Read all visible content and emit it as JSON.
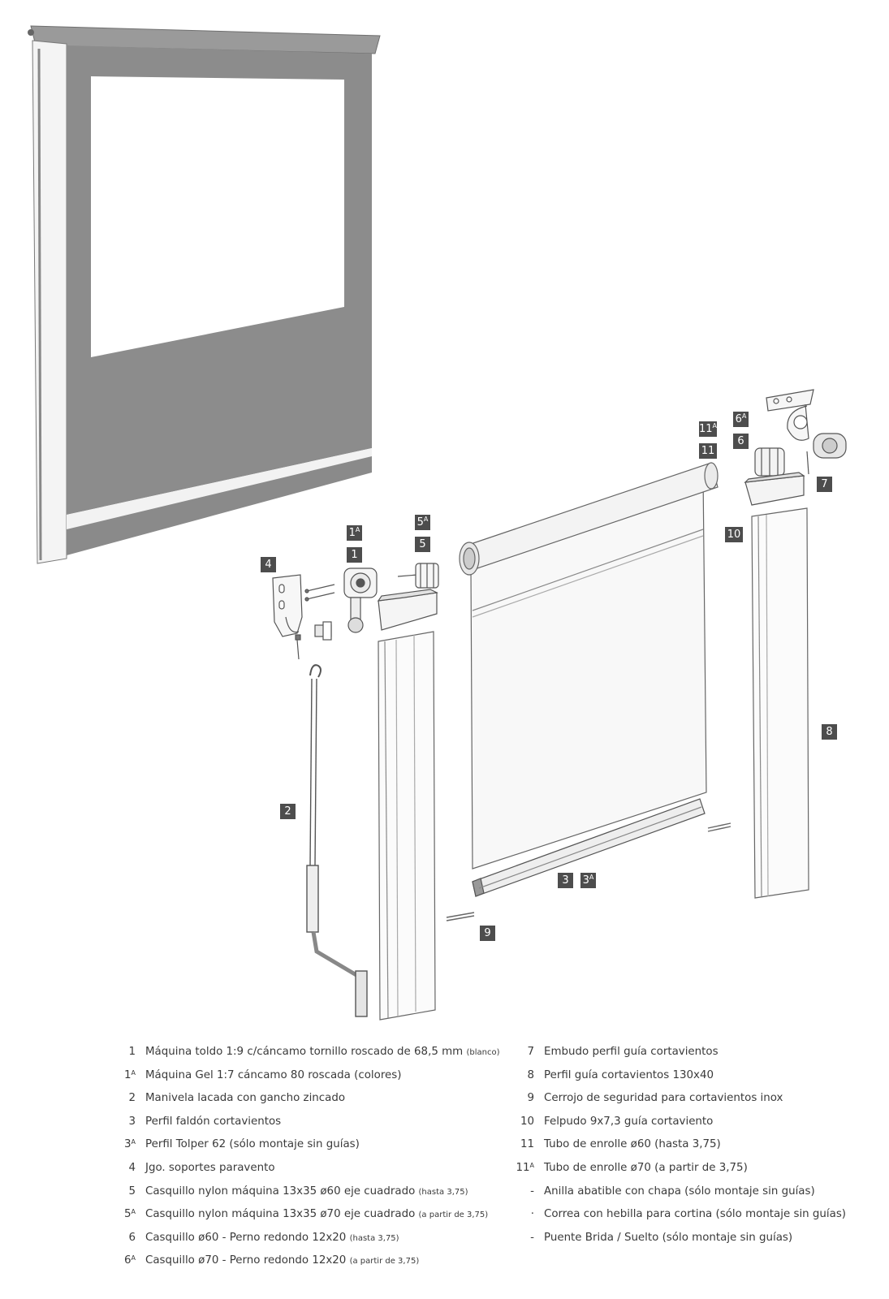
{
  "callouts": [
    {
      "id": "t4",
      "num": "4",
      "sup": ""
    },
    {
      "id": "t1a",
      "num": "1",
      "sup": "A"
    },
    {
      "id": "t1",
      "num": "1",
      "sup": ""
    },
    {
      "id": "t5a",
      "num": "5",
      "sup": "A"
    },
    {
      "id": "t5",
      "num": "5",
      "sup": ""
    },
    {
      "id": "t11a",
      "num": "11",
      "sup": "A"
    },
    {
      "id": "t11",
      "num": "11",
      "sup": ""
    },
    {
      "id": "t6a",
      "num": "6",
      "sup": "A"
    },
    {
      "id": "t6",
      "num": "6",
      "sup": ""
    },
    {
      "id": "t7",
      "num": "7",
      "sup": ""
    },
    {
      "id": "t10",
      "num": "10",
      "sup": ""
    },
    {
      "id": "t8",
      "num": "8",
      "sup": ""
    },
    {
      "id": "t2",
      "num": "2",
      "sup": ""
    },
    {
      "id": "t3",
      "num": "3",
      "sup": ""
    },
    {
      "id": "t3a",
      "num": "3",
      "sup": "A"
    },
    {
      "id": "t9",
      "num": "9",
      "sup": ""
    }
  ],
  "legend_left": [
    {
      "num": "1",
      "sup": "",
      "text": "Máquina toldo 1:9 c/cáncamo tornillo roscado de 68,5 mm",
      "note": "(blanco)"
    },
    {
      "num": "1",
      "sup": "A",
      "text": "Máquina Gel 1:7 cáncamo 80 roscada (colores)",
      "note": ""
    },
    {
      "num": "2",
      "sup": "",
      "text": "Manivela lacada con gancho zincado",
      "note": ""
    },
    {
      "num": "3",
      "sup": "",
      "text": "Perfil faldón cortavientos",
      "note": ""
    },
    {
      "num": "3",
      "sup": "A",
      "text": "Perfil Tolper 62 (sólo montaje sin guías)",
      "note": ""
    },
    {
      "num": "4",
      "sup": "",
      "text": "Jgo. soportes paravento",
      "note": ""
    },
    {
      "num": "5",
      "sup": "",
      "text": "Casquillo nylon máquina 13x35 ø60 eje cuadrado",
      "note": "(hasta 3,75)"
    },
    {
      "num": "5",
      "sup": "A",
      "text": "Casquillo nylon máquina 13x35 ø70 eje cuadrado",
      "note": "(a partir de 3,75)"
    },
    {
      "num": "6",
      "sup": "",
      "text": "Casquillo ø60 - Perno redondo 12x20",
      "note": "(hasta 3,75)"
    },
    {
      "num": "6",
      "sup": "A",
      "text": "Casquillo ø70 - Perno redondo 12x20",
      "note": "(a partir de 3,75)"
    }
  ],
  "legend_right": [
    {
      "num": "7",
      "sup": "",
      "text": "Embudo perfil guía cortavientos",
      "note": ""
    },
    {
      "num": "8",
      "sup": "",
      "text": "Perfil guía cortavientos 130x40",
      "note": ""
    },
    {
      "num": "9",
      "sup": "",
      "text": "Cerrojo de seguridad para cortavientos inox",
      "note": ""
    },
    {
      "num": "10",
      "sup": "",
      "text": "Felpudo 9x7,3 guía cortaviento",
      "note": ""
    },
    {
      "num": "11",
      "sup": "",
      "text": "Tubo de enrolle ø60 (hasta 3,75)",
      "note": ""
    },
    {
      "num": "11",
      "sup": "A",
      "text": "Tubo de enrolle ø70 (a partir de 3,75)",
      "note": ""
    },
    {
      "num": "-",
      "sup": "",
      "text": "Anilla abatible con chapa (sólo montaje sin guías)",
      "note": ""
    },
    {
      "num": "·",
      "sup": "",
      "text": "Correa con hebilla para cortina (sólo montaje sin guías)",
      "note": ""
    },
    {
      "num": "-",
      "sup": "",
      "text": "Puente Brida / Suelto (sólo montaje sin guías)",
      "note": ""
    }
  ],
  "colors": {
    "fabric": "#8c8c8c",
    "tag": "#4d4d4d",
    "line": "#555555"
  }
}
